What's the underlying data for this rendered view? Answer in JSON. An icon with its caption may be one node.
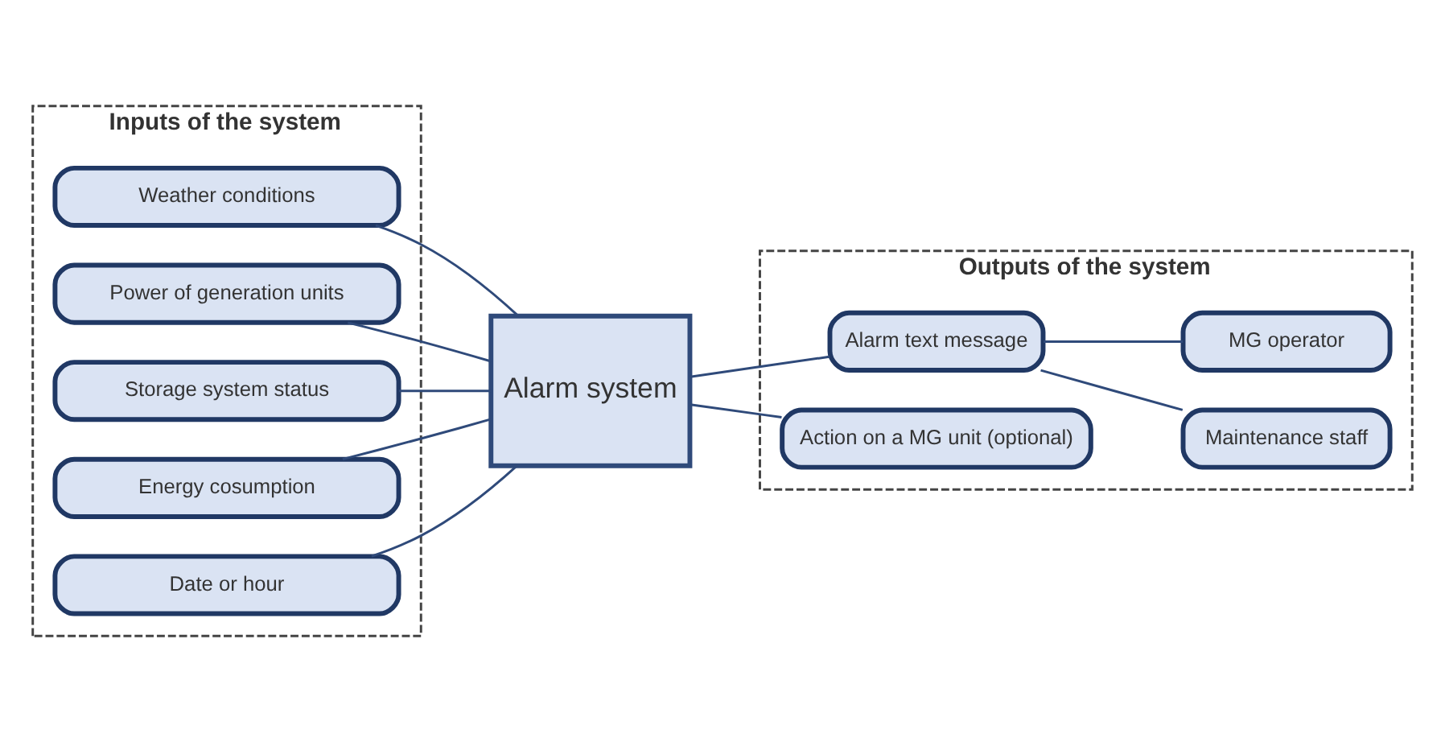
{
  "diagram": {
    "nodes": [
      {
        "text": [
          "Inputs of the system"
        ]
      },
      {
        "text": [
          "Weather conditions"
        ],
        "in": 0
      },
      {
        "text": [
          "Power of generation units"
        ],
        "in": 0
      },
      {
        "text": [
          "Storage system status"
        ],
        "in": 0
      },
      {
        "text": [
          "Energy cosumption"
        ],
        "in": 0
      },
      {
        "text": [
          "Date or hour"
        ],
        "in": 0
      },
      {
        "text": [
          "Alarm system"
        ]
      },
      {
        "text": [
          "Outputs of the system"
        ]
      },
      {
        "text": [
          "Alarm text message"
        ],
        "in": 7
      },
      {
        "text": [
          "Action on a MG unit (optional)"
        ],
        "in": 7
      },
      {
        "text": [
          "Maintenance staff"
        ],
        "in": 7
      },
      {
        "text": [
          "MG operator"
        ],
        "in": 7
      }
    ],
    "edges": [
      {
        "from": 1,
        "to": 6,
        "arrow": "none"
      },
      {
        "from": 2,
        "to": 6,
        "arrow": "none"
      },
      {
        "from": 3,
        "to": 6,
        "arrow": "none"
      },
      {
        "from": 4,
        "to": 6,
        "arrow": "none"
      },
      {
        "from": 5,
        "to": 6,
        "arrow": "none"
      },
      {
        "from": 6,
        "to": 8,
        "arrow": "none"
      },
      {
        "from": 6,
        "to": 9,
        "arrow": "none"
      },
      {
        "from": 8,
        "to": 10,
        "arrow": "none"
      },
      {
        "from": 8,
        "to": 11,
        "arrow": "none"
      }
    ]
  }
}
